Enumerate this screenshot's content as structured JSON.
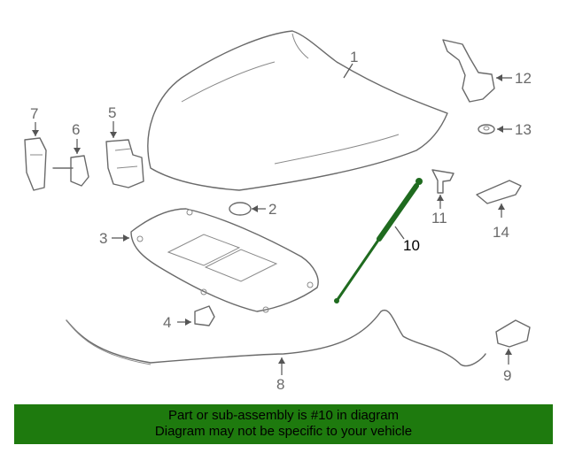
{
  "callouts": {
    "c1": "1",
    "c2": "2",
    "c3": "3",
    "c4": "4",
    "c5": "5",
    "c6": "6",
    "c7": "7",
    "c8": "8",
    "c9": "9",
    "c10": "10",
    "c11": "11",
    "c12": "12",
    "c13": "13",
    "c14": "14"
  },
  "highlight_color": "#1e7a0e",
  "banner": {
    "line1": "Part or sub-assembly is #10 in diagram",
    "line2": "Diagram may not be specific to your vehicle"
  }
}
